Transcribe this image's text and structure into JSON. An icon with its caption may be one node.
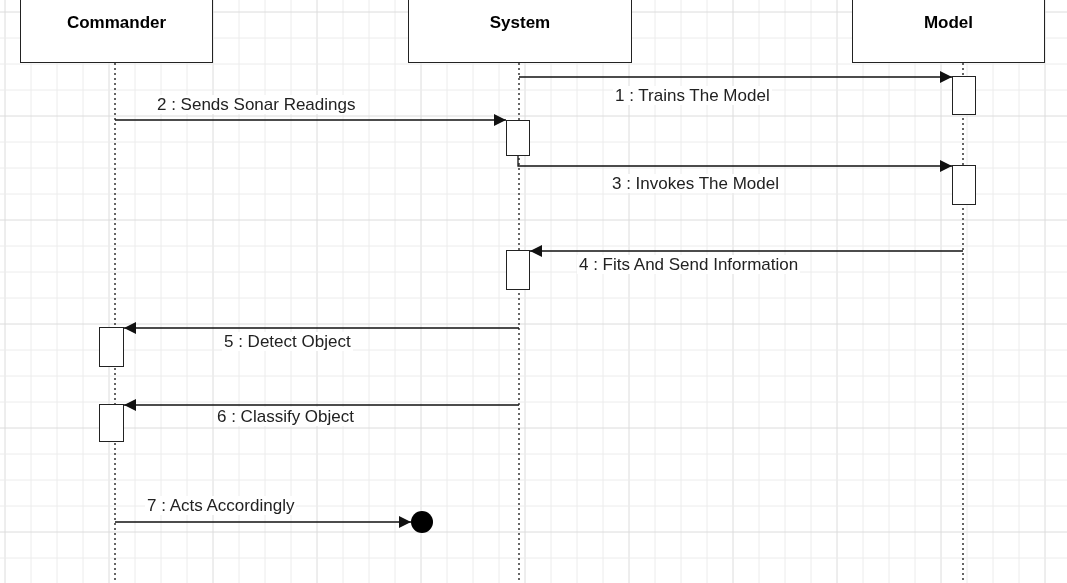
{
  "diagram": {
    "nodes": [
      {
        "text": [
          "Commander"
        ]
      },
      {
        "text": [
          "System"
        ]
      },
      {
        "text": [
          "Model"
        ]
      },
      {
        "text": [],
        "shape": "box"
      },
      {
        "text": [],
        "shape": "box"
      },
      {
        "text": [],
        "shape": "box"
      },
      {
        "text": [],
        "shape": "box"
      },
      {
        "text": [],
        "shape": "box"
      },
      {
        "text": [],
        "shape": "box"
      },
      {
        "text": [],
        "shape": "circle"
      }
    ],
    "edges": [
      {
        "from": null,
        "to": 3,
        "arrow": "to",
        "label": "1 : Trains The Model"
      },
      {
        "from": null,
        "to": 4,
        "arrow": "to",
        "label": "2 : Sends Sonar Readings"
      },
      {
        "from": 4,
        "to": 5,
        "arrow": "to",
        "label": "3 : Invokes The Model"
      },
      {
        "from": null,
        "to": 6,
        "arrow": "to",
        "label": "4 : Fits And Send Information"
      },
      {
        "from": null,
        "to": 7,
        "arrow": "to",
        "label": "5 : Detect Object"
      },
      {
        "from": null,
        "to": 8,
        "arrow": "to",
        "label": "6 : Classify Object"
      },
      {
        "from": null,
        "to": 9,
        "arrow": "to",
        "label": "7 : Acts Accordingly"
      }
    ]
  }
}
